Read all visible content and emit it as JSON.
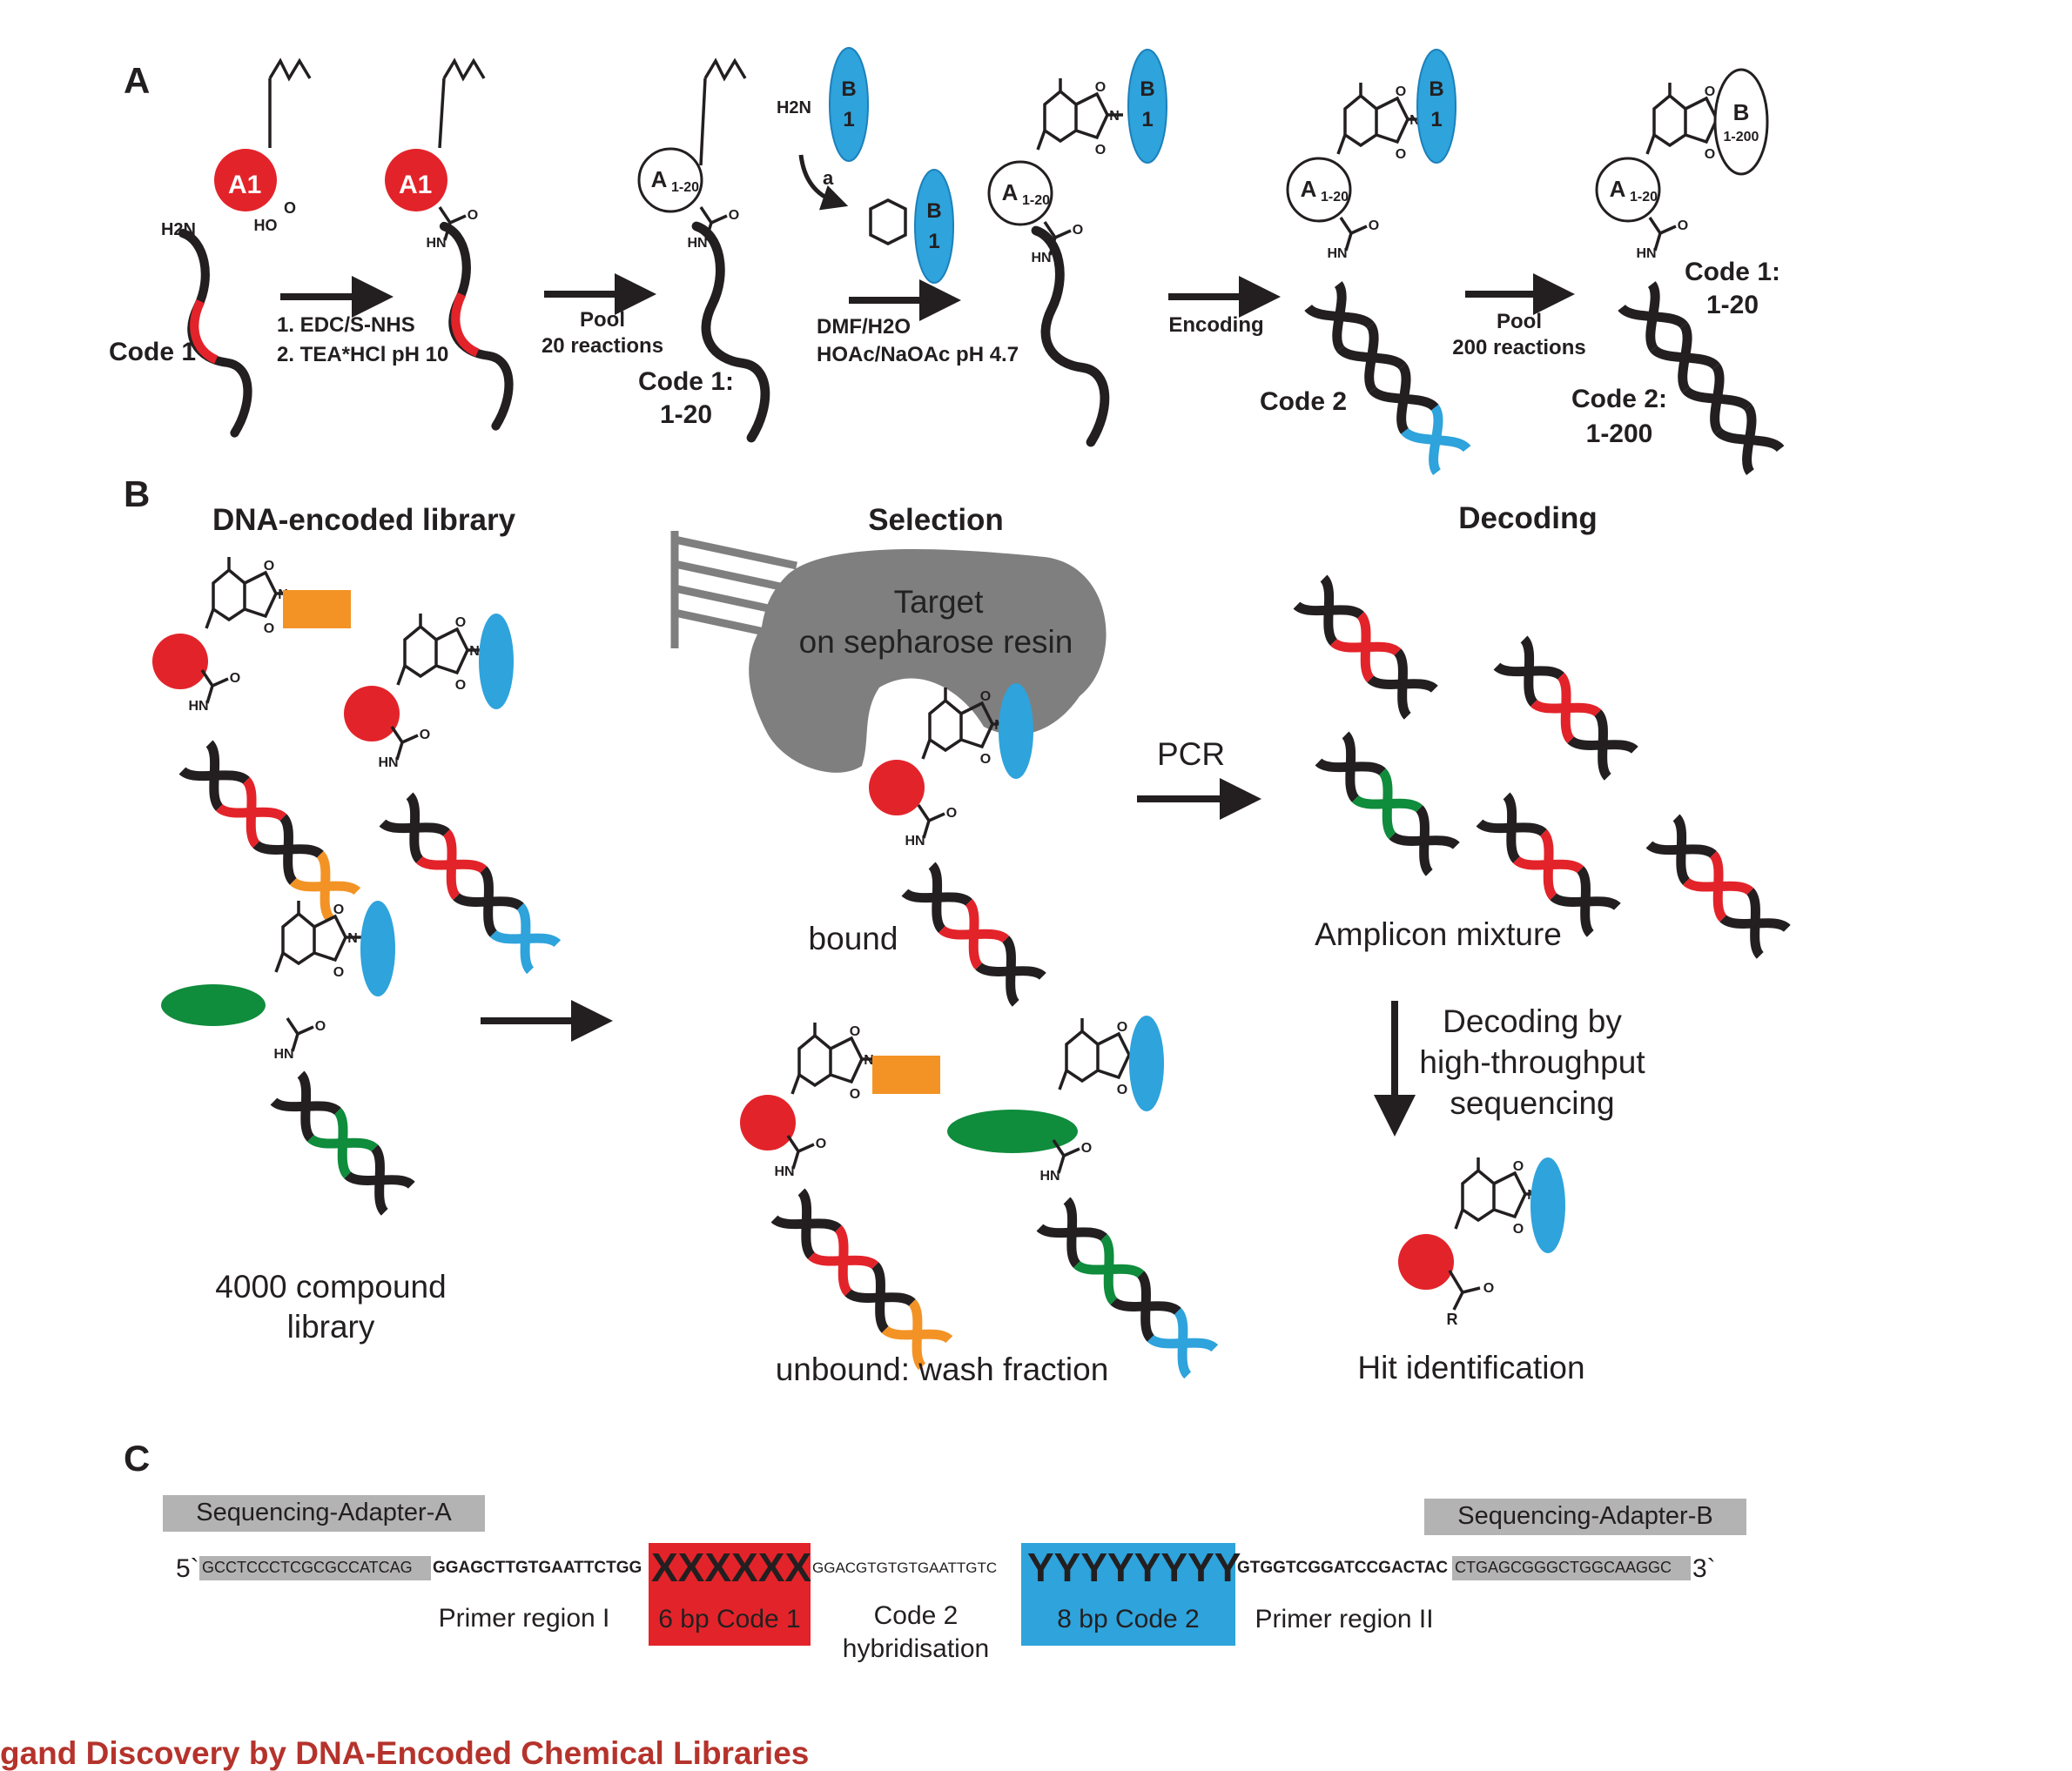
{
  "panels": {
    "a": "A",
    "b": "B",
    "c": "C"
  },
  "panel_a": {
    "bb_a1": "A1",
    "bb_a1_20": "A",
    "bb_a1_20_sub": "1-20",
    "bb_b1_b": "B",
    "bb_b1_1": "1",
    "bb_b_200": "B",
    "bb_b_200_sub": "1-200",
    "code1": "Code 1",
    "step1_line1": "1. EDC/S-NHS",
    "step1_line2": "2. TEA*HCl pH 10",
    "pool20_l1": "Pool",
    "pool20_l2": "20 reactions",
    "code1_range_l1": "Code 1:",
    "code1_range_l2": "1-20",
    "reagent_a": "a",
    "step2_line1": "DMF/H2O",
    "step2_line2": "HOAc/NaOAc pH 4.7",
    "encoding": "Encoding",
    "code2": "Code 2",
    "pool200_l1": "Pool",
    "pool200_l2": "200 reactions",
    "final_code1_l1": "Code 1:",
    "final_code1_l2": "1-20",
    "final_code2_l1": "Code 2:",
    "final_code2_l2": "1-200",
    "atoms": {
      "h2n": "H2N",
      "hn": "HN",
      "ho": "HO",
      "o": "O",
      "n": "N",
      "r": "R"
    }
  },
  "panel_b": {
    "library_title": "DNA-encoded library",
    "selection_title": "Selection",
    "decoding_title": "Decoding",
    "target_l1": "Target",
    "target_l2": "on sepharose resin",
    "bound": "bound",
    "pcr": "PCR",
    "amplicon": "Amplicon mixture",
    "library_l1": "4000 compound",
    "library_l2": "library",
    "unbound": "unbound: wash fraction",
    "decoding_l1": "Decoding by",
    "decoding_l2": "high-throughput",
    "decoding_l3": "sequencing",
    "hit": "Hit identification"
  },
  "panel_c": {
    "adapter_a": "Sequencing-Adapter-A",
    "adapter_b": "Sequencing-Adapter-B",
    "five_prime": "5`",
    "three_prime": "3`",
    "seq_adapter_a": "GCCTCCCTCGCGCCATCAG",
    "seq_primer1": "GGAGCTTGTGAATTCTGG",
    "seq_code1": "XXXXXX",
    "seq_hyb": "GGACGTGTGTGAATTGTC",
    "seq_code2": "YYYYYYYY",
    "seq_primer2": "GTGGTCGGATCCGACTAC",
    "seq_adapter_b": "CTGAGCGGGCTGGCAAGGC",
    "primer1_label": "Primer region I",
    "code1_label": "6 bp Code 1",
    "hyb_label_l1": "Code 2",
    "hyb_label_l2": "hybridisation",
    "code2_label": "8 bp Code 2",
    "primer2_label": "Primer region II"
  },
  "footer": "gand Discovery by DNA-Encoded Chemical Libraries",
  "colors": {
    "red": "#e3232a",
    "blue": "#2ea3dc",
    "green": "#0f8c3c",
    "orange": "#f39325",
    "gray": "#7f7f80",
    "adapter_gray": "#b3b3b3",
    "footer_red": "#b5332c",
    "ink": "#231f20"
  },
  "icons": [
    "dna-strand-icon",
    "dna-helix-icon",
    "arrow-right-icon",
    "arrow-down-icon",
    "resin-icon",
    "protein-target-icon",
    "norbornene-scaffold-icon"
  ]
}
